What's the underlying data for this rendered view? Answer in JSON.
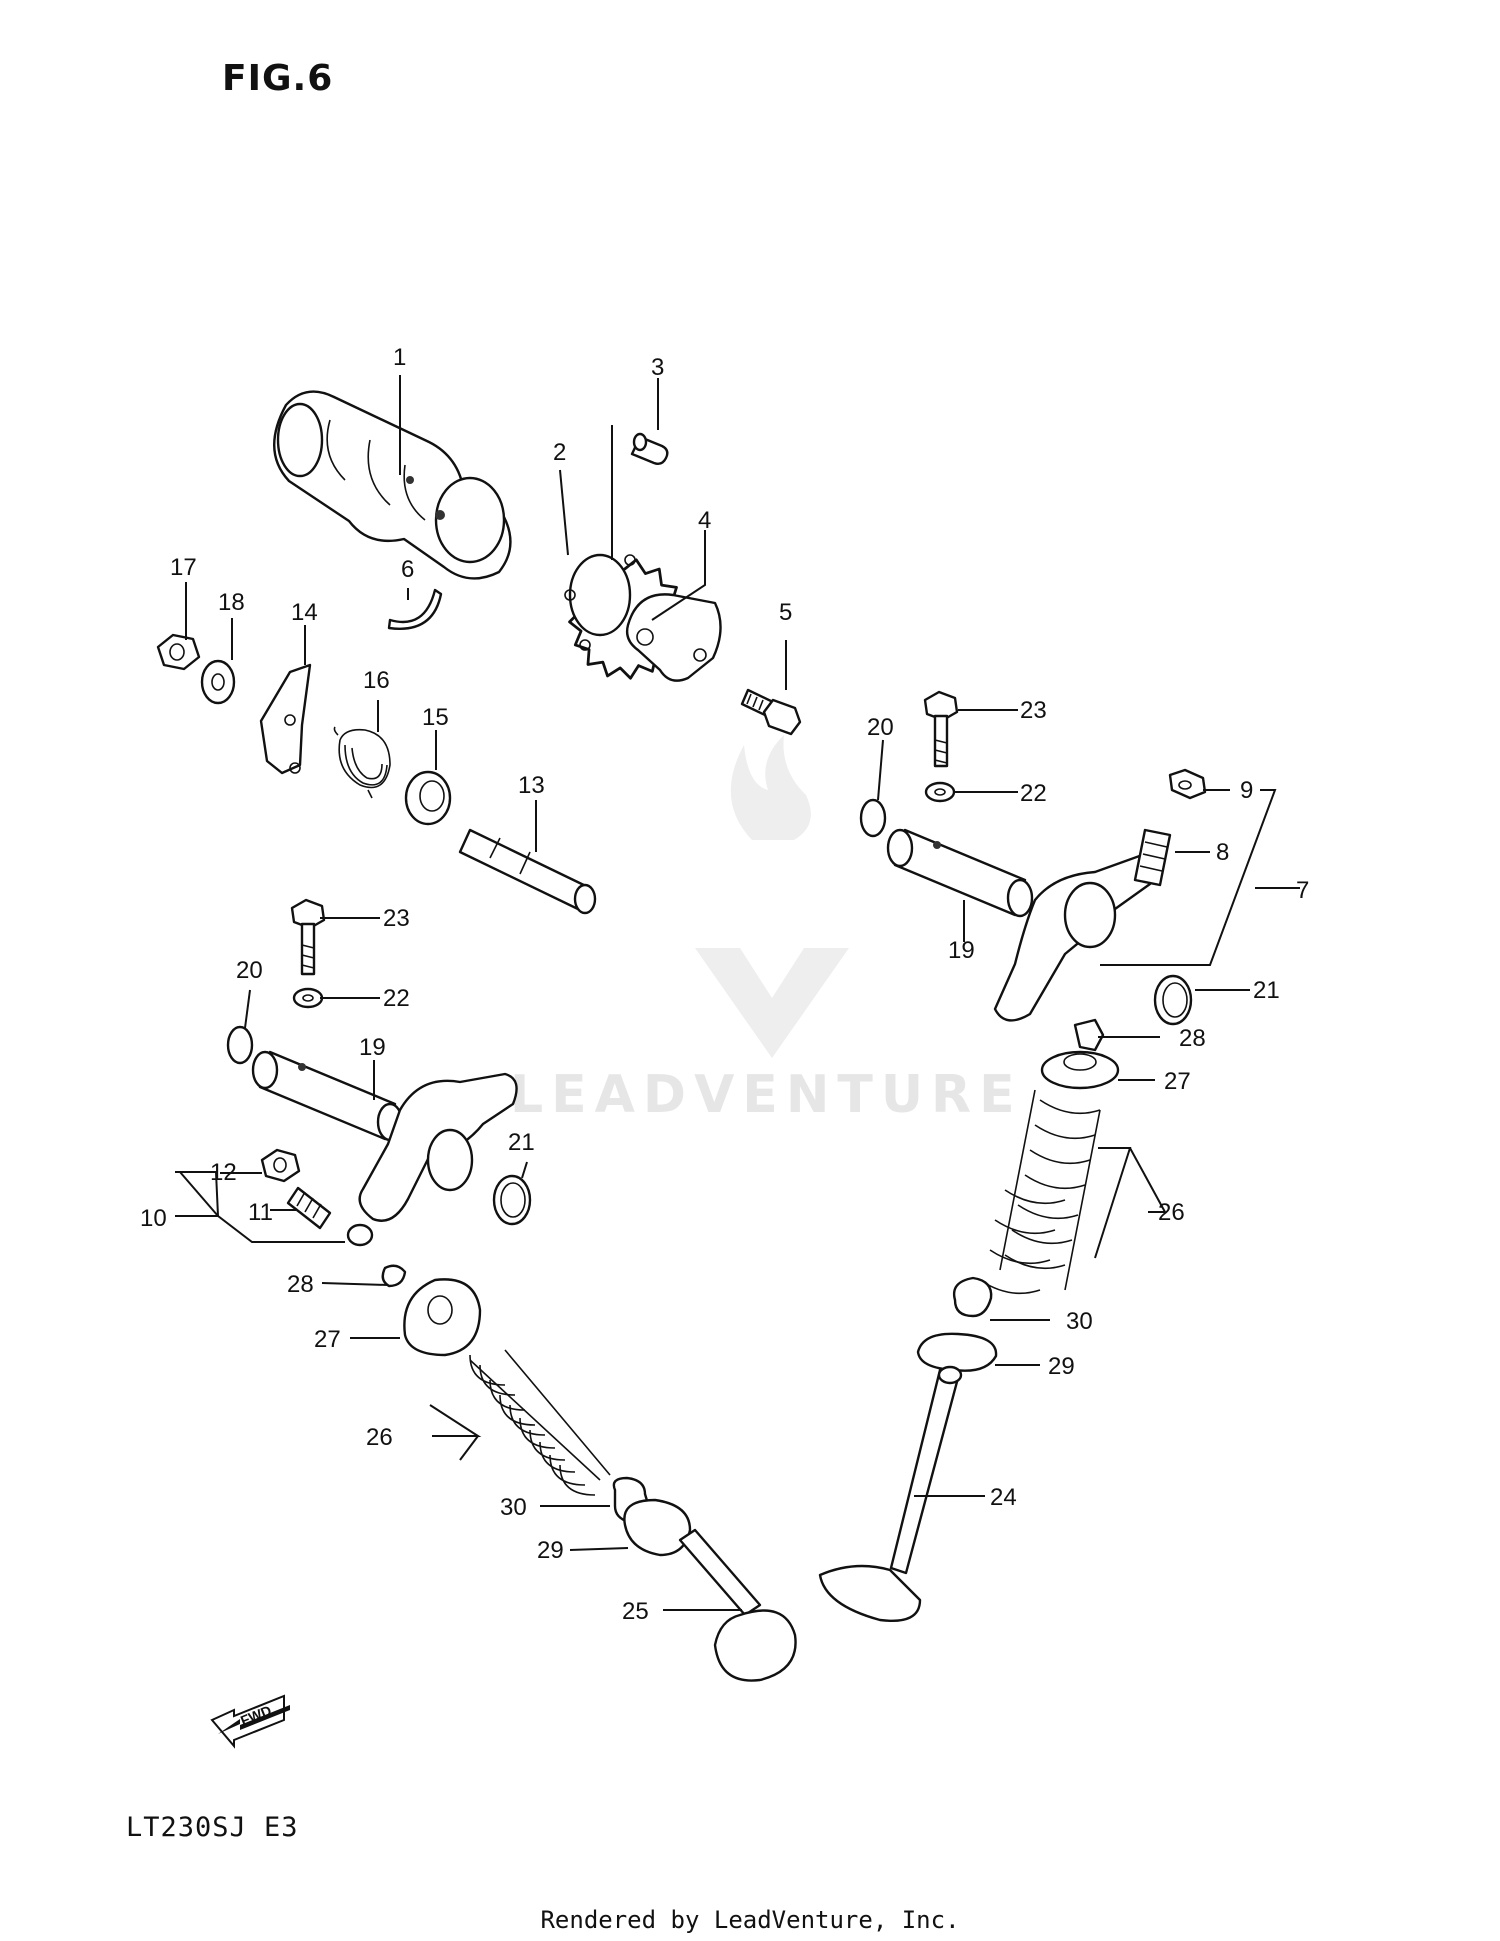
{
  "figure": {
    "title": "FIG.6"
  },
  "model": {
    "code": "LT230SJ E3"
  },
  "footer": {
    "credit": "Rendered by LeadVenture, Inc."
  },
  "watermark": {
    "text": "LEADVENTURE"
  },
  "fwd_arrow": {
    "label": "FWD"
  },
  "callouts": [
    {
      "id": "c1",
      "label": "1"
    },
    {
      "id": "c2",
      "label": "2"
    },
    {
      "id": "c3",
      "label": "3"
    },
    {
      "id": "c4",
      "label": "4"
    },
    {
      "id": "c5",
      "label": "5"
    },
    {
      "id": "c6",
      "label": "6"
    },
    {
      "id": "c7",
      "label": "7"
    },
    {
      "id": "c8",
      "label": "8"
    },
    {
      "id": "c9",
      "label": "9"
    },
    {
      "id": "c10",
      "label": "10"
    },
    {
      "id": "c11",
      "label": "11"
    },
    {
      "id": "c12",
      "label": "12"
    },
    {
      "id": "c13",
      "label": "13"
    },
    {
      "id": "c14",
      "label": "14"
    },
    {
      "id": "c15",
      "label": "15"
    },
    {
      "id": "c16",
      "label": "16"
    },
    {
      "id": "c17",
      "label": "17"
    },
    {
      "id": "c18",
      "label": "18"
    },
    {
      "id": "c19a",
      "label": "19"
    },
    {
      "id": "c19b",
      "label": "19"
    },
    {
      "id": "c20a",
      "label": "20"
    },
    {
      "id": "c20b",
      "label": "20"
    },
    {
      "id": "c21a",
      "label": "21"
    },
    {
      "id": "c21b",
      "label": "21"
    },
    {
      "id": "c22a",
      "label": "22"
    },
    {
      "id": "c22b",
      "label": "22"
    },
    {
      "id": "c23a",
      "label": "23"
    },
    {
      "id": "c23b",
      "label": "23"
    },
    {
      "id": "c24",
      "label": "24"
    },
    {
      "id": "c25",
      "label": "25"
    },
    {
      "id": "c26a",
      "label": "26"
    },
    {
      "id": "c26b",
      "label": "26"
    },
    {
      "id": "c27a",
      "label": "27"
    },
    {
      "id": "c27b",
      "label": "27"
    },
    {
      "id": "c28a",
      "label": "28"
    },
    {
      "id": "c28b",
      "label": "28"
    },
    {
      "id": "c29a",
      "label": "29"
    },
    {
      "id": "c29b",
      "label": "29"
    },
    {
      "id": "c30a",
      "label": "30"
    },
    {
      "id": "c30b",
      "label": "30"
    }
  ]
}
